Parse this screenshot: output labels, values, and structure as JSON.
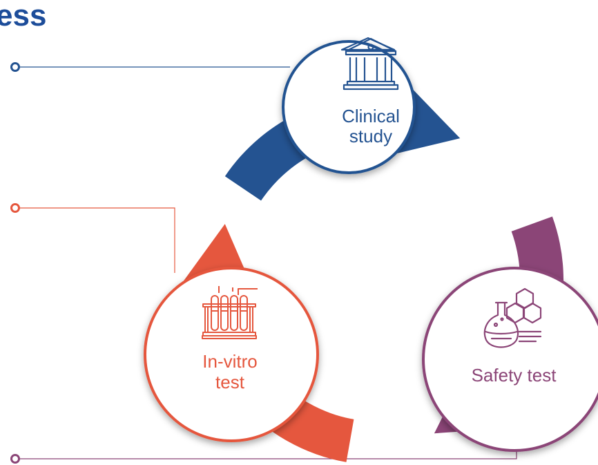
{
  "title_fragment": "ess",
  "colors": {
    "blue": "#245391",
    "purple": "#8b4577",
    "orange": "#e5573e",
    "title_blue": "#1d4d9a"
  },
  "nodes": [
    {
      "id": "clinical",
      "label_lines": [
        "Clinical",
        "study"
      ],
      "icon": "bank-building-icon",
      "color": "#245391"
    },
    {
      "id": "safety",
      "label_lines": [
        "Safety test"
      ],
      "icon": "lab-flask-molecule-icon",
      "color": "#8b4577"
    },
    {
      "id": "invitro",
      "label_lines": [
        "In-vitro",
        "test"
      ],
      "icon": "test-tube-rack-icon",
      "color": "#e5573e"
    }
  ]
}
